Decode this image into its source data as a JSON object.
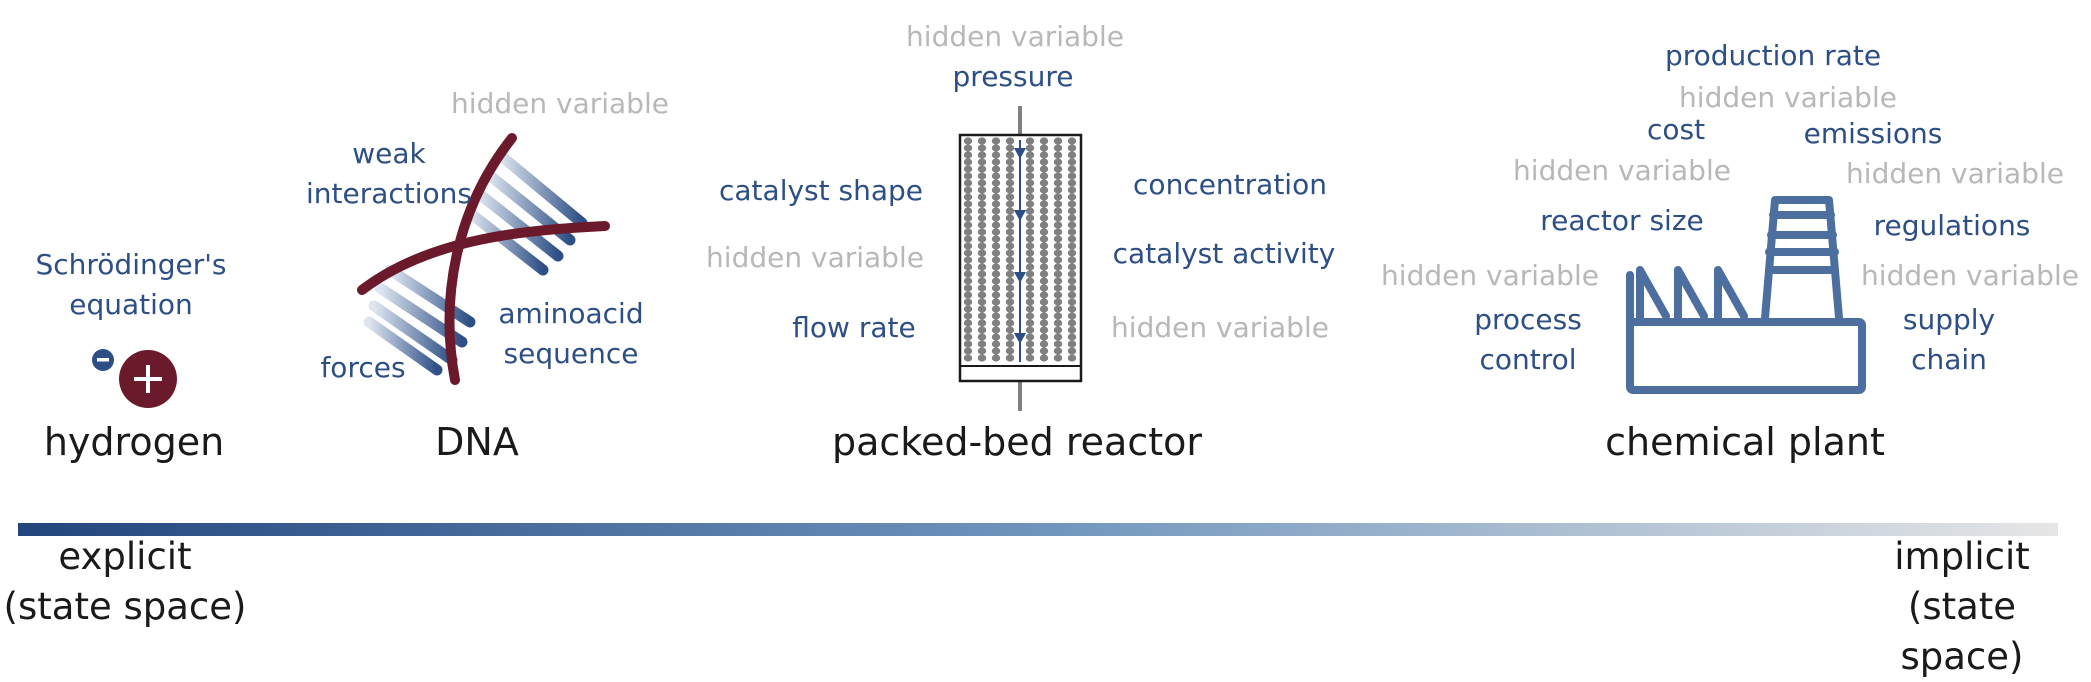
{
  "colors": {
    "blue_text": "#2d4f86",
    "gray_text": "#b8b8b8",
    "maroon": "#6b1a2c",
    "icon_blue": "#4c6fa0",
    "reactor_gray": "#808080",
    "gradient_start": "#23457d",
    "gradient_end": "#e6e6e6"
  },
  "scale": {
    "left_label": "explicit\n(state space)",
    "right_label": "implicit\n(state space)"
  },
  "systems": {
    "hydrogen": {
      "title": "hydrogen",
      "equation": "Schrödinger's\nequation",
      "icon": "hydrogen-atom-icon"
    },
    "dna": {
      "title": "DNA",
      "icon": "dna-helix-icon",
      "labels": {
        "hidden": "hidden variable",
        "weak": "weak\ninteractions",
        "amino": "aminoacid\nsequence",
        "forces": "forces"
      }
    },
    "reactor": {
      "title": "packed-bed reactor",
      "icon": "packed-bed-reactor-icon",
      "labels": {
        "hidden_top": "hidden variable",
        "pressure": "pressure",
        "catalyst_shape": "catalyst shape",
        "hidden_left": "hidden variable",
        "flow_rate": "flow rate",
        "concentration": "concentration",
        "catalyst_activity": "catalyst activity",
        "hidden_right": "hidden variable"
      }
    },
    "plant": {
      "title": "chemical plant",
      "icon": "factory-icon",
      "labels": {
        "production_rate": "production rate",
        "hidden_top": "hidden variable",
        "cost": "cost",
        "emissions": "emissions",
        "hidden_upper_left": "hidden variable",
        "hidden_upper_right": "hidden variable",
        "reactor_size": "reactor size",
        "regulations": "regulations",
        "hidden_left": "hidden variable",
        "hidden_right": "hidden variable",
        "process_control": "process\ncontrol",
        "supply_chain": "supply\nchain"
      }
    }
  }
}
